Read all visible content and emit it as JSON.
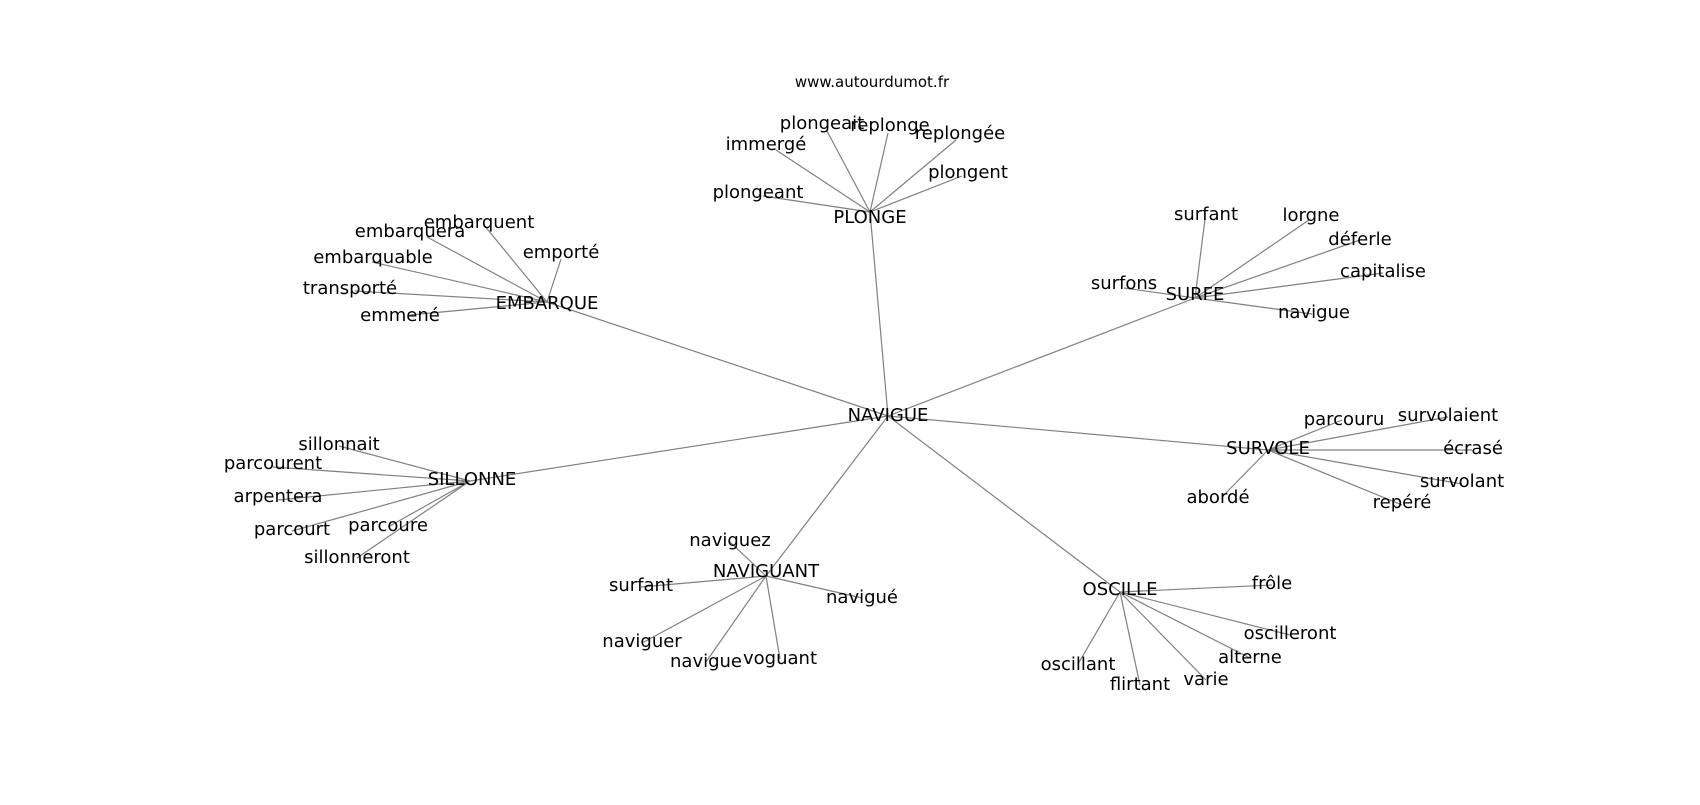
{
  "source": "www.autourdumot.fr",
  "center": "NAVIGUE",
  "clusters": [
    {
      "id": "plonge",
      "label": "PLONGE",
      "leaves": [
        "plongeait",
        "replonge",
        "replongée",
        "immergé",
        "plongent",
        "plongeant"
      ]
    },
    {
      "id": "embarque",
      "label": "EMBARQUE",
      "leaves": [
        "embarquent",
        "embarquera",
        "emporté",
        "embarquable",
        "transporté",
        "emmené"
      ]
    },
    {
      "id": "surfe",
      "label": "SURFE",
      "leaves": [
        "surfant",
        "lorgne",
        "déferle",
        "capitalise",
        "surfons",
        "navigue"
      ]
    },
    {
      "id": "survole",
      "label": "SURVOLE",
      "leaves": [
        "parcouru",
        "survolaient",
        "écrasé",
        "survolant",
        "repéré",
        "abordé"
      ]
    },
    {
      "id": "sillonne",
      "label": "SILLONNE",
      "leaves": [
        "sillonnait",
        "parcourent",
        "arpentera",
        "parcourt",
        "parcoure",
        "sillonneront"
      ]
    },
    {
      "id": "naviguant",
      "label": "NAVIGUANT",
      "leaves": [
        "naviguez",
        "surfant",
        "navigué",
        "naviguer",
        "navigue",
        "voguant"
      ]
    },
    {
      "id": "oscille",
      "label": "OSCILLE",
      "leaves": [
        "frôle",
        "oscilleront",
        "alterne",
        "varie",
        "flirtant",
        "oscillant"
      ]
    }
  ]
}
